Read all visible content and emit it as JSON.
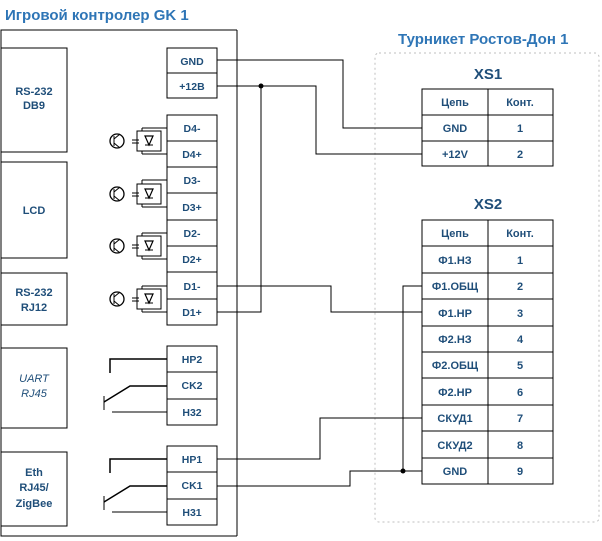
{
  "controller": {
    "title": "Игровой контролер GK 1",
    "modules": [
      {
        "line1": "RS-232",
        "line2": "DB9",
        "italic": false
      },
      {
        "line1": "LCD",
        "line2": "",
        "italic": false
      },
      {
        "line1": "RS-232",
        "line2": "RJ12",
        "italic": false
      },
      {
        "line1": "UART",
        "line2": "RJ45",
        "italic": true
      },
      {
        "line1": "Eth",
        "line2": "RJ45/",
        "line3": "ZigBee",
        "italic": false
      }
    ],
    "power_terminals": [
      "GND",
      "+12B"
    ],
    "input_terminals": [
      "D4-",
      "D4+",
      "D3-",
      "D3+",
      "D2-",
      "D2+",
      "D1-",
      "D1+"
    ],
    "relay1_terminals": [
      "HP2",
      "CK2",
      "H32"
    ],
    "relay2_terminals": [
      "HP1",
      "CK1",
      "H31"
    ]
  },
  "turnstile": {
    "title": "Турникет Ростов-Дон 1",
    "xs1": {
      "name": "XS1",
      "headers": [
        "Цепь",
        "Конт."
      ],
      "rows": [
        [
          "GND",
          "1"
        ],
        [
          "+12V",
          "2"
        ]
      ]
    },
    "xs2": {
      "name": "XS2",
      "headers": [
        "Цепь",
        "Конт."
      ],
      "rows": [
        [
          "Ф1.НЗ",
          "1"
        ],
        [
          "Ф1.ОБЩ",
          "2"
        ],
        [
          "Ф1.НР",
          "3"
        ],
        [
          "Ф2.НЗ",
          "4"
        ],
        [
          "Ф2.ОБЩ",
          "5"
        ],
        [
          "Ф2.НР",
          "6"
        ],
        [
          "СКУД1",
          "7"
        ],
        [
          "СКУД2",
          "8"
        ],
        [
          "GND",
          "9"
        ]
      ]
    }
  },
  "colors": {
    "title": "#2E75B6",
    "text": "#1F4E79",
    "line": "#000000",
    "dashed": "#bfbfbf"
  }
}
